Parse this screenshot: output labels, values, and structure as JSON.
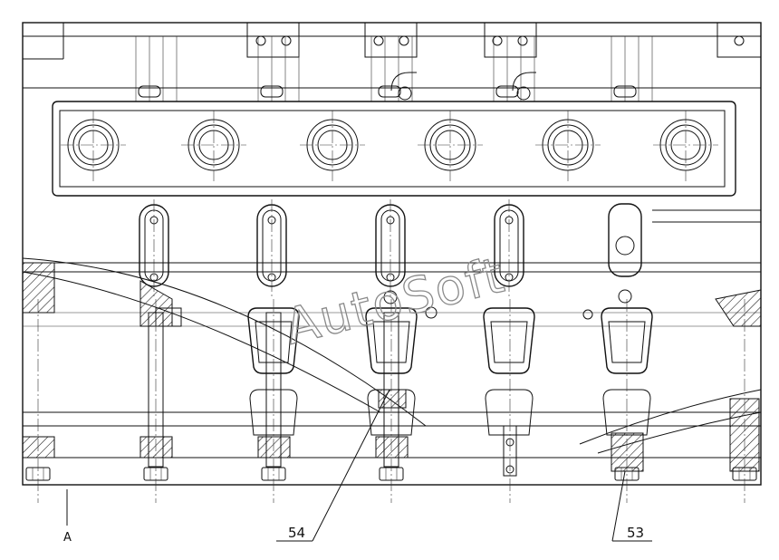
{
  "labels": {
    "part_54": "54",
    "part_53": "53",
    "view_a": "A"
  },
  "watermark": "AutoSoft",
  "colors": {
    "ink": "#111111",
    "background": "#ffffff",
    "watermark": "#8a8a8a"
  }
}
